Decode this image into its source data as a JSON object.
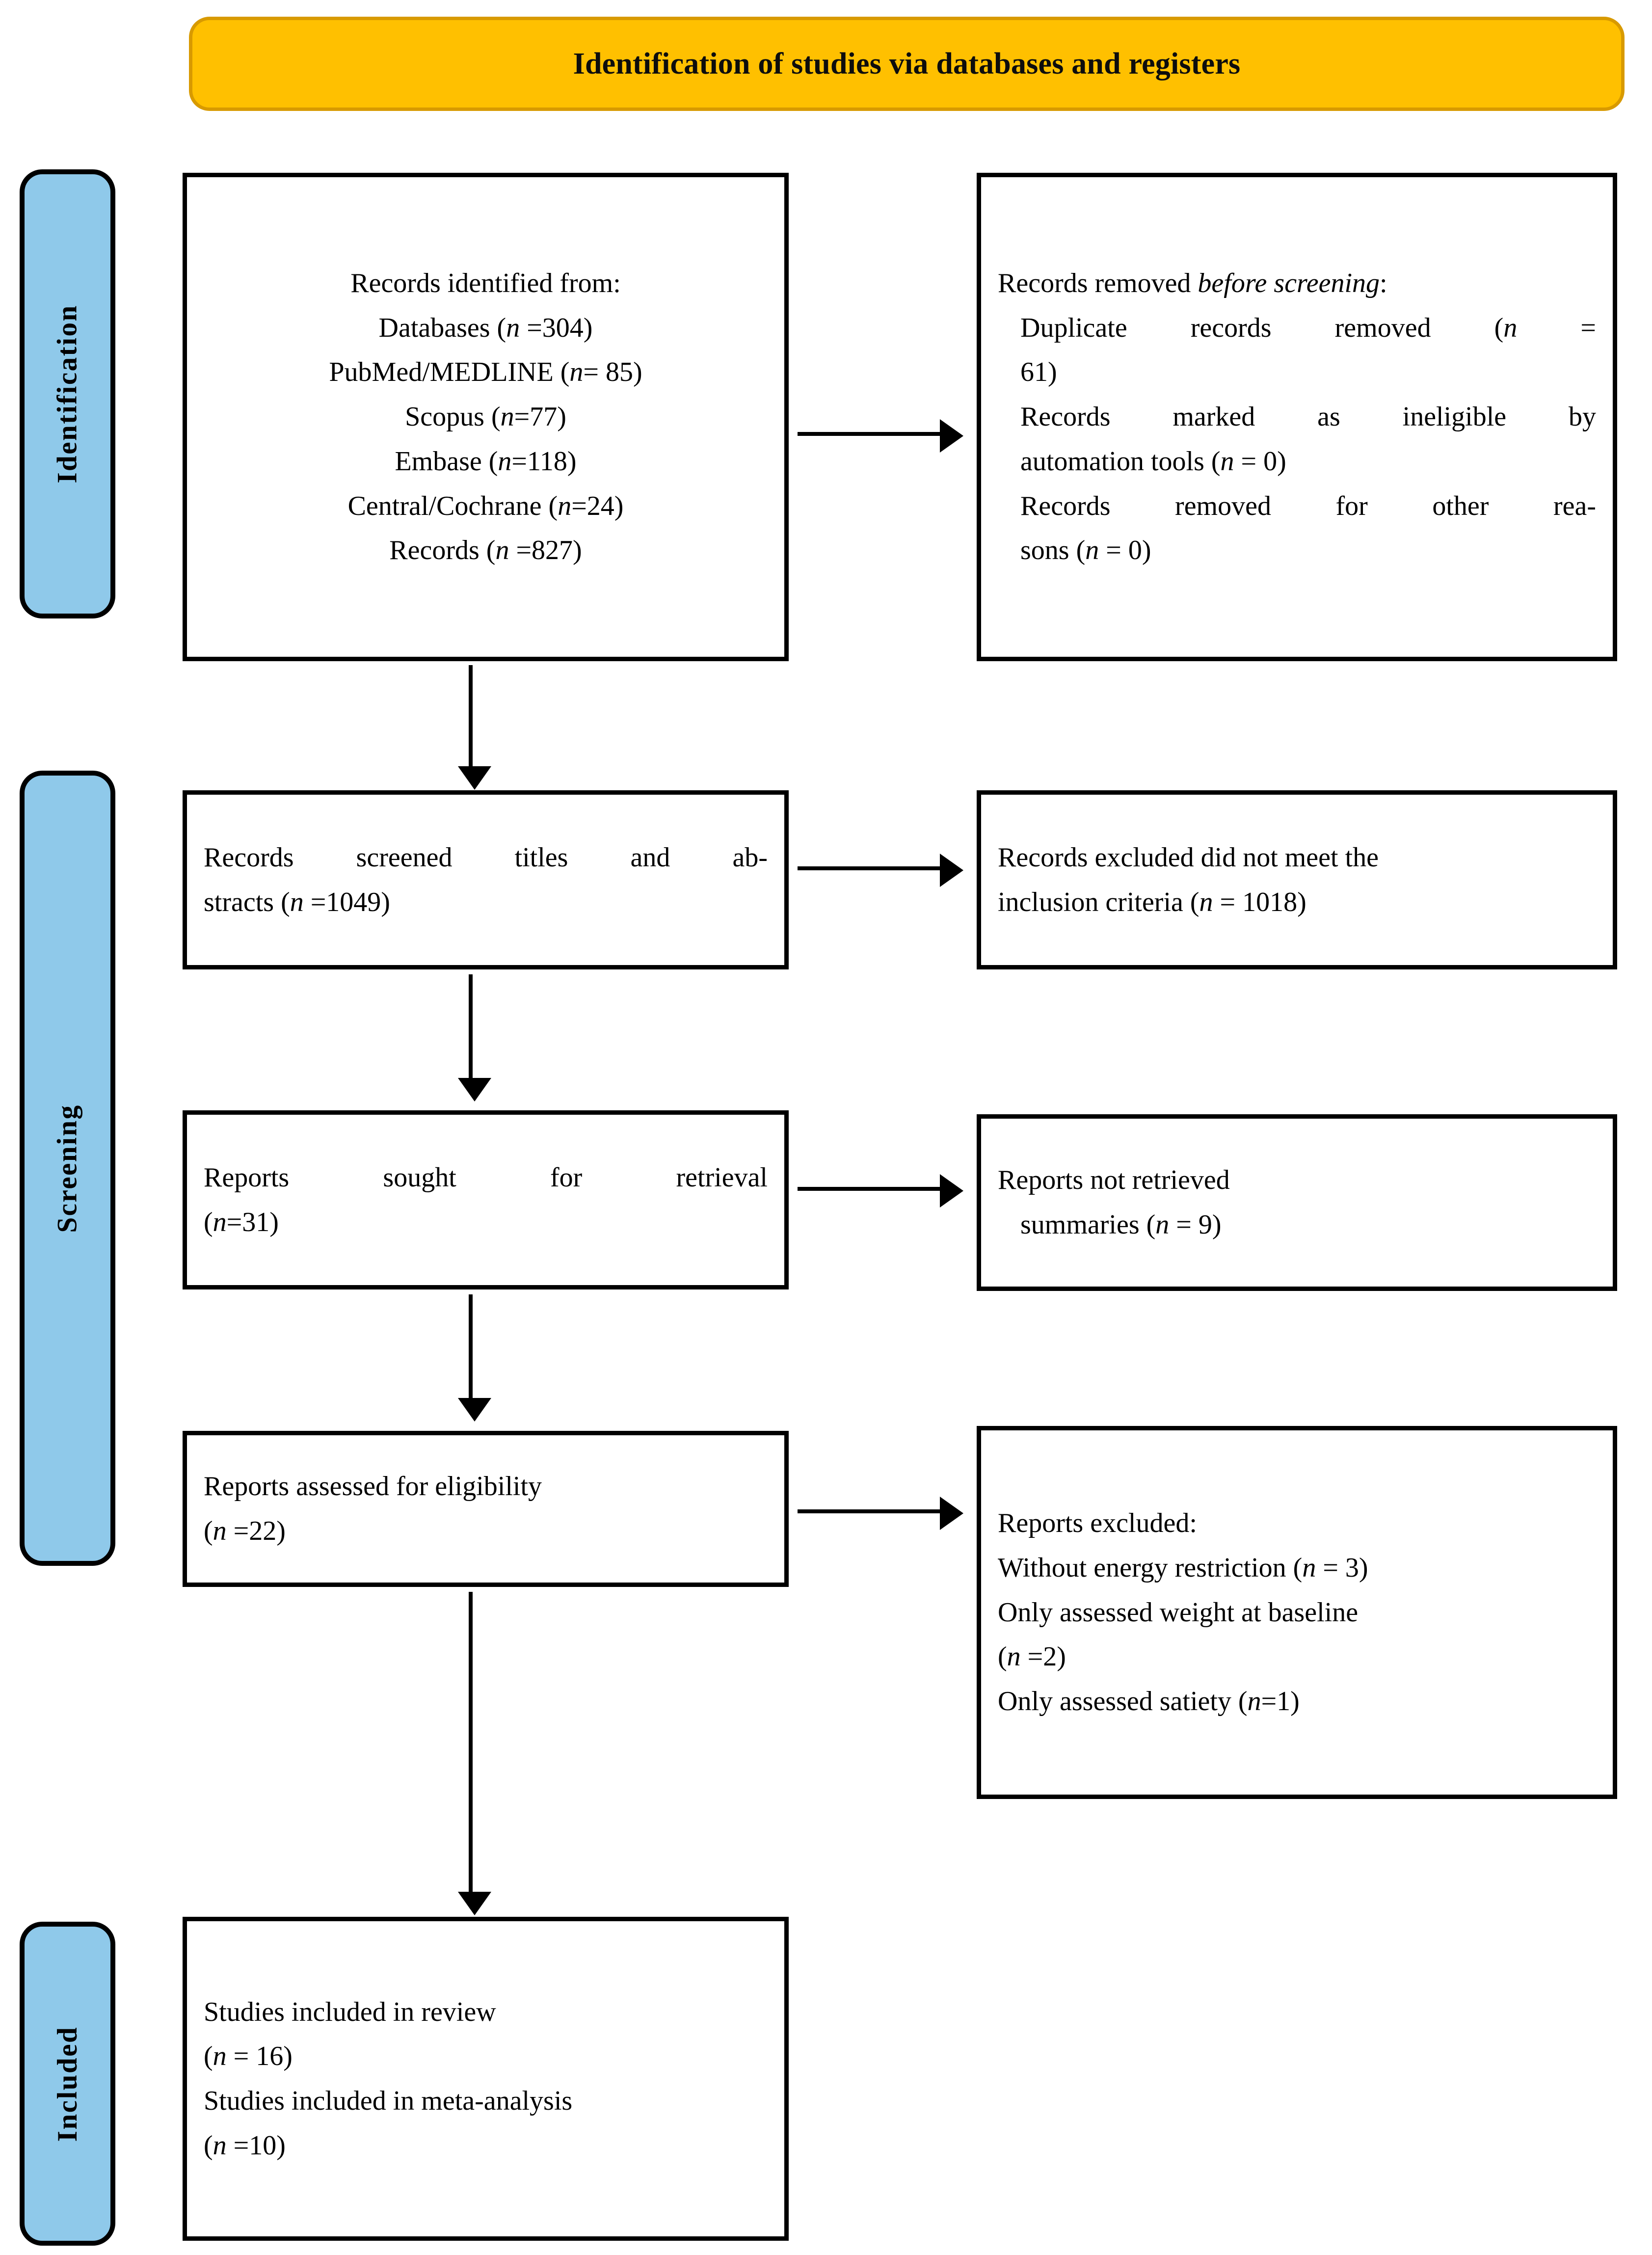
{
  "header": {
    "title": "Identification of studies via databases and registers",
    "background_color": "#FFC000",
    "border_color": "#D89A00"
  },
  "stages": [
    {
      "id": "identification",
      "label": "Identification",
      "color": "#8FC9EA"
    },
    {
      "id": "screening",
      "label": "Screening",
      "color": "#8FC9EA"
    },
    {
      "id": "included",
      "label": "Included",
      "color": "#8FC9EA"
    }
  ],
  "boxes": {
    "records_identified": {
      "name": "records-identified-box",
      "lines": [
        "Records identified from:",
        "Databases (n =304)",
        "PubMed/MEDLINE (n= 85)",
        "Scopus (n=77)",
        "Embase (n=118)",
        "Central/Cochrane (n=24)",
        "Records (n =827)"
      ]
    },
    "records_removed": {
      "name": "records-removed-box",
      "heading_plain": "Records removed ",
      "heading_italic": "before screening",
      "heading_tail": ":",
      "lines": [
        "Duplicate records removed (n =",
        "61)",
        "Records marked as ineligible by",
        "automation tools (n = 0)",
        "Records removed for other rea-",
        "sons (n = 0)"
      ]
    },
    "records_screened": {
      "name": "records-screened-box",
      "lines": [
        "Records screened titles and ab-",
        "stracts (n =1049)"
      ]
    },
    "records_excluded": {
      "name": "records-excluded-box",
      "lines": [
        "Records excluded did not meet the",
        "inclusion criteria (n = 1018)"
      ]
    },
    "reports_sought": {
      "name": "reports-sought-box",
      "lines": [
        "Reports sought for retrieval",
        "(n=31)"
      ]
    },
    "reports_not_retrieved": {
      "name": "reports-not-retrieved-box",
      "lines": [
        "Reports not retrieved",
        "summaries (n = 9)"
      ]
    },
    "reports_assessed": {
      "name": "reports-assessed-box",
      "lines": [
        "Reports assessed for eligibility",
        "(n =22)"
      ]
    },
    "reports_excluded": {
      "name": "reports-excluded-box",
      "lines": [
        "Reports excluded:",
        "Without energy restriction (n = 3)",
        "Only assessed weight at baseline",
        "(n =2)",
        "Only assessed satiety (n=1)"
      ]
    },
    "studies_included": {
      "name": "studies-included-box",
      "lines": [
        "Studies included in review",
        "(n = 16)",
        "Studies included in meta-analysis",
        "(n =10)"
      ]
    }
  },
  "counts": {
    "databases": 304,
    "pubmed_medline": 85,
    "scopus": 77,
    "embase": 118,
    "central_cochrane": 24,
    "records": 827,
    "duplicates_removed": 61,
    "ineligible_automation": 0,
    "removed_other_reasons": 0,
    "records_screened": 1049,
    "records_excluded": 1018,
    "reports_sought": 31,
    "reports_not_retrieved": 9,
    "reports_assessed": 22,
    "excluded_without_energy_restriction": 3,
    "excluded_weight_at_baseline": 2,
    "excluded_satiety": 1,
    "studies_in_review": 16,
    "studies_in_meta_analysis": 10
  }
}
